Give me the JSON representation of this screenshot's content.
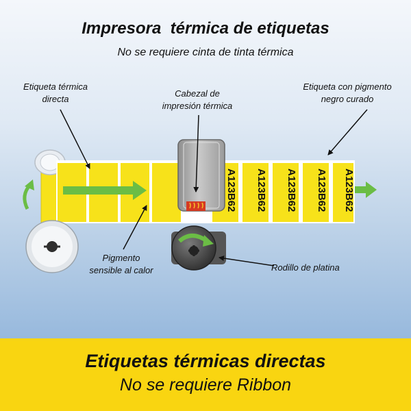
{
  "header": {
    "title": "Impresora  térmica de etiquetas",
    "subtitle": "No se requiere cinta de tinta térmica"
  },
  "callouts": {
    "direct_label": "Etiqueta térmica\ndirecta",
    "print_head": "Cabezal de\nimpresión térmica",
    "cured_label": "Etiqueta con pigmento\nnegro curado",
    "pigment": "Pigmento\nsensible al calor",
    "platen": "Rodillo de platina"
  },
  "printed_label_code": "A123B62",
  "colors": {
    "label_yellow": "#f7e21a",
    "arrow_green": "#6bbd45",
    "head_red": "#d63a22",
    "banner_yellow": "#f9d511"
  },
  "banner": {
    "title": "Etiquetas térmicas directas",
    "subtitle": "No se requiere Ribbon"
  }
}
